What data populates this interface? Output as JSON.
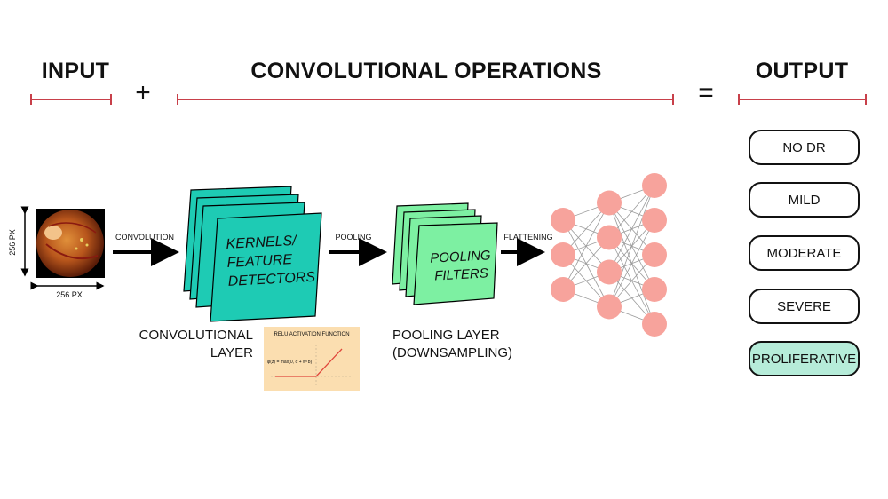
{
  "headers": {
    "input": "INPUT",
    "convolutional": "CONVOLUTIONAL OPERATIONS",
    "output": "OUTPUT",
    "plus": "+",
    "equals": "="
  },
  "colors": {
    "bracket": "#c8404a",
    "kernel_fill": "#1ecbb4",
    "pooling_fill": "#7df0a2",
    "neuron": "#f7a39c",
    "relu_bg": "#fbdeb0",
    "relu_line": "#e0473c",
    "highlight": "#b6ecd9"
  },
  "input_image": {
    "height_label": "256 PX",
    "width_label": "256 PX"
  },
  "arrows": {
    "convolution": "CONVOLUTION",
    "pooling": "POOLING",
    "flattening": "FLATTENING"
  },
  "conv_block": {
    "text_lines": [
      "KERNELS/",
      "FEATURE",
      "DETECTORS"
    ],
    "caption_line1": "CONVOLUTIONAL",
    "caption_line2": "LAYER"
  },
  "relu": {
    "title": "RELU ACTIVATION FUNCTION",
    "formula": "φ(z) = max(0, α + wᵀb)"
  },
  "pool_block": {
    "text_lines": [
      "POOLING",
      "FILTERS"
    ],
    "caption_line1": "POOLING LAYER",
    "caption_line2": "(DOWNSAMPLING)"
  },
  "network": {
    "layer_sizes": [
      3,
      4,
      5
    ],
    "icon": "fully-connected-network"
  },
  "outputs": [
    {
      "label": "NO DR",
      "highlighted": false
    },
    {
      "label": "MILD",
      "highlighted": false
    },
    {
      "label": "MODERATE",
      "highlighted": false
    },
    {
      "label": "SEVERE",
      "highlighted": false
    },
    {
      "label": "PROLIFERATIVE",
      "highlighted": true
    }
  ]
}
